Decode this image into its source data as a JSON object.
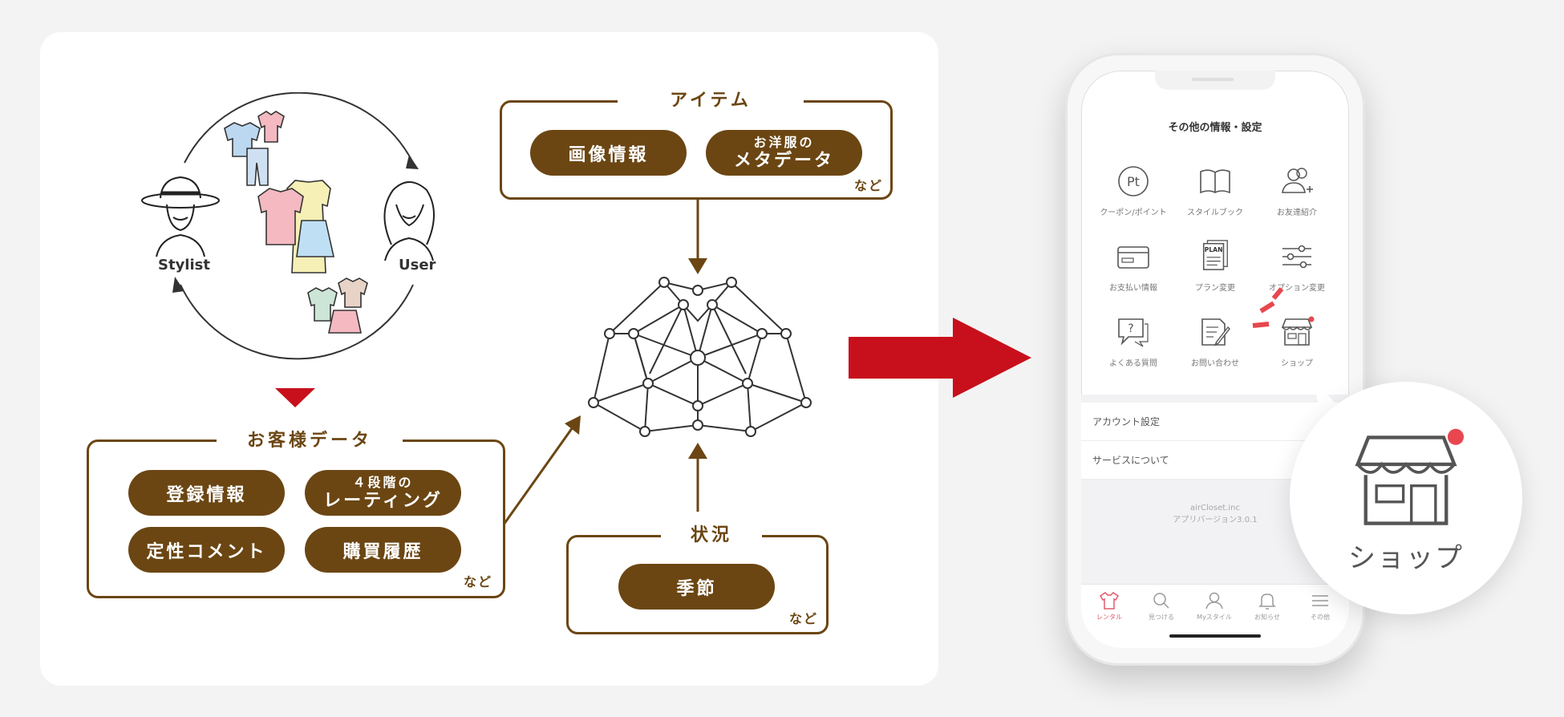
{
  "people": {
    "stylist_label": "Stylist",
    "user_label": "User"
  },
  "customer_data": {
    "title": "お客様データ",
    "pills": [
      {
        "label": "登録情報"
      },
      {
        "small": "４段階の",
        "big": "レーティング"
      },
      {
        "label": "定性コメント"
      },
      {
        "label": "購買履歴"
      }
    ],
    "more": "など"
  },
  "item": {
    "title": "アイテム",
    "pills": [
      {
        "label": "画像情報"
      },
      {
        "small": "お洋服の",
        "big": "メタデータ"
      }
    ],
    "more": "など"
  },
  "situation": {
    "title": "状況",
    "pill": "季節",
    "more": "など"
  },
  "phone": {
    "screen_title": "その他の情報・設定",
    "grid": [
      {
        "label": "クーポン/ポイント",
        "icon": "points-icon"
      },
      {
        "label": "スタイルブック",
        "icon": "book-icon"
      },
      {
        "label": "お友達紹介",
        "icon": "invite-friends-icon"
      },
      {
        "label": "お支払い情報",
        "icon": "credit-card-icon"
      },
      {
        "label": "プラン変更",
        "icon": "plan-icon",
        "icon_text": "PLAN"
      },
      {
        "label": "オプション変更",
        "icon": "sliders-icon"
      },
      {
        "label": "よくある質問",
        "icon": "faq-icon"
      },
      {
        "label": "お問い合わせ",
        "icon": "contact-icon"
      },
      {
        "label": "ショップ",
        "icon": "shop-icon"
      }
    ],
    "points_icon_text": "Pt",
    "list": [
      {
        "label": "アカウント設定"
      },
      {
        "label": "サービスについて"
      }
    ],
    "footer": {
      "company": "airCloset.inc",
      "version": "アプリバージョン3.0.1"
    },
    "tabs": [
      {
        "label": "レンタル",
        "icon": "shirt-icon",
        "active": true
      },
      {
        "label": "見つける",
        "icon": "search-icon",
        "active": false
      },
      {
        "label": "Myスタイル",
        "icon": "person-icon",
        "active": false
      },
      {
        "label": "お知らせ",
        "icon": "bell-icon",
        "active": false
      },
      {
        "label": "その他",
        "icon": "menu-icon",
        "active": false
      }
    ]
  },
  "callout": {
    "label": "ショップ"
  },
  "colors": {
    "brown": "#6b4613",
    "red_arrow": "#c8101c",
    "accent_red": "#e8474f",
    "active_tab": "#e25a6b"
  }
}
